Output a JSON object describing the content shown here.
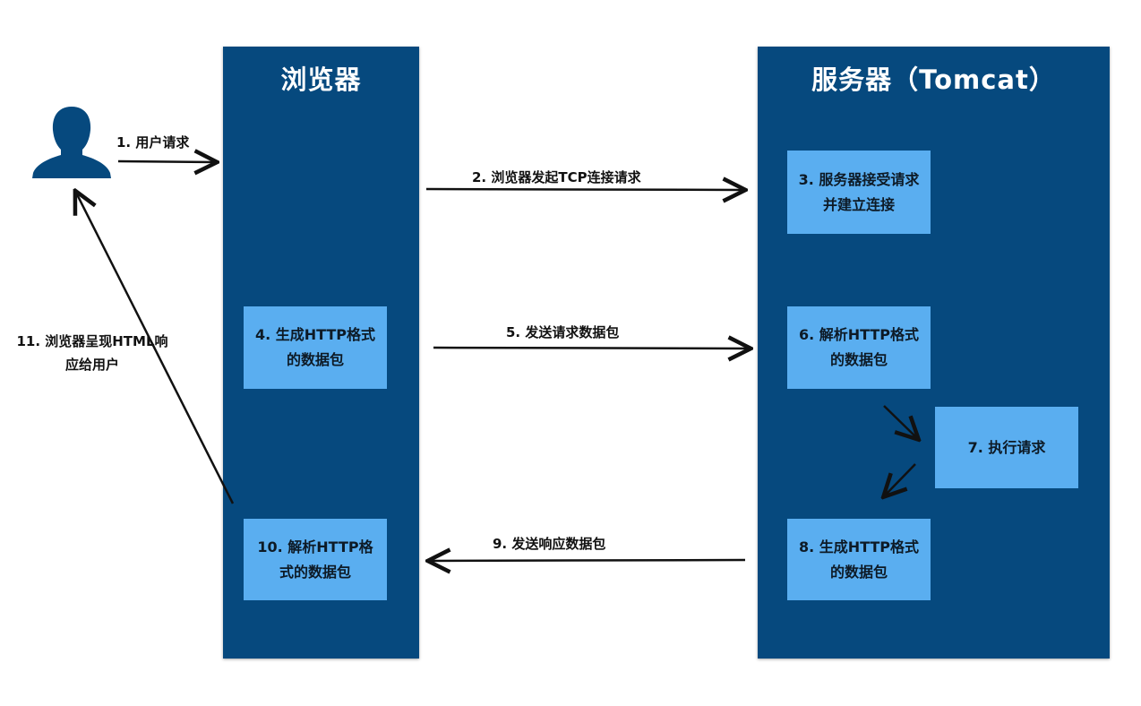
{
  "browser": {
    "title": "浏览器"
  },
  "server": {
    "title": "服务器（Tomcat）"
  },
  "user": {
    "icon": "user-icon"
  },
  "steps": {
    "s1": "1. 用户请求",
    "s2": "2. 浏览器发起TCP连接请求",
    "s3": "3. 服务器接受请求并建立连接",
    "s4": "4. 生成HTTP格式的数据包",
    "s5": "5. 发送请求数据包",
    "s6": "6. 解析HTTP格式的数据包",
    "s7": "7. 执行请求",
    "s8": "8. 生成HTTP格式的数据包",
    "s9": "9. 发送响应数据包",
    "s10": "10. 解析HTTP格式的数据包",
    "s11": "11. 浏览器呈现HTML响应给用户"
  },
  "colors": {
    "panel": "#06497e",
    "step_box": "#5aaef0",
    "arrow": "#111111"
  }
}
